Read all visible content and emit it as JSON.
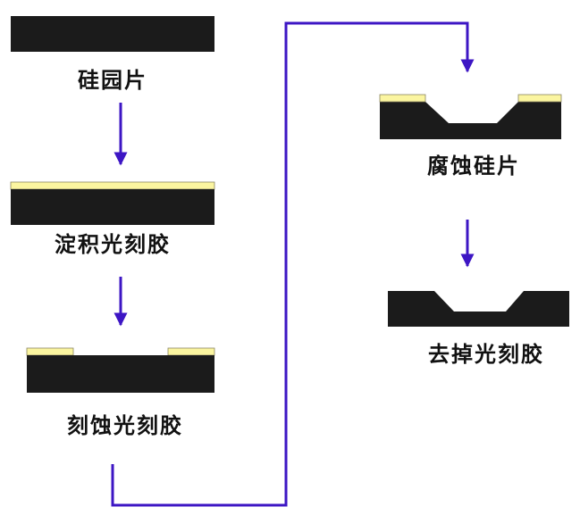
{
  "colors": {
    "wafer": "#1b1b1b",
    "photoresist": "#fbf5a0",
    "photoresist_edge": "#8a8560",
    "arrow": "#3d16c4",
    "background": "#ffffff"
  },
  "steps": [
    {
      "label": "硅园片"
    },
    {
      "label": "淀积光刻胶"
    },
    {
      "label": "刻蚀光刻胶"
    },
    {
      "label": "腐蚀硅片"
    },
    {
      "label": "去掉光刻胶"
    }
  ]
}
